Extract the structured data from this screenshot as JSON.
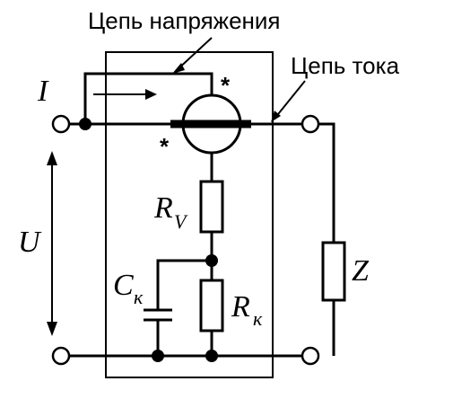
{
  "labels": {
    "voltage_circuit": "Цепь напряжения",
    "current_circuit": "Цепь тока",
    "current": "I",
    "voltage": "U",
    "rv_main": "R",
    "rv_sub": "V",
    "ck_main": "C",
    "ck_sub": "к",
    "rk_main": "R",
    "rk_sub": "к",
    "load": "Z",
    "star_top": "*",
    "star_left": "*"
  }
}
